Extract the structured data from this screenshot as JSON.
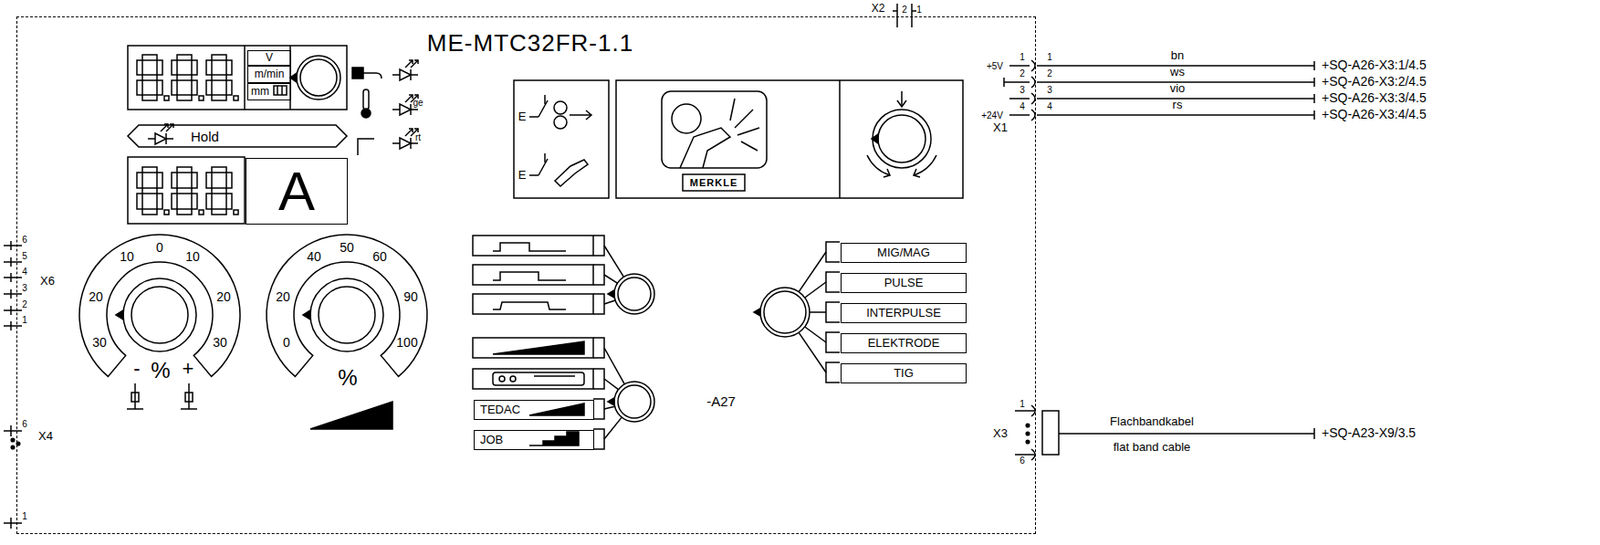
{
  "diagram": {
    "nodes": [
      {
        "text": [
          "ME-MTC32FR-1.1"
        ]
      },
      {
        "text": [
          "V"
        ],
        "in": 0
      },
      {
        "text": [
          "m/min"
        ],
        "in": 0
      },
      {
        "text": [
          "mm"
        ],
        "in": 0
      },
      {
        "text": [
          "Hold"
        ],
        "in": 0
      },
      {
        "text": [
          "A"
        ],
        "in": 0
      },
      {
        "text": [
          "TEDAC"
        ],
        "in": 0
      },
      {
        "text": [
          "JOB"
        ],
        "in": 0
      },
      {
        "text": [
          "MIG/MAG"
        ],
        "in": 0
      },
      {
        "text": [
          "PULSE"
        ],
        "in": 0
      },
      {
        "text": [
          "INTERPULSE"
        ],
        "in": 0
      },
      {
        "text": [
          "ELEKTRODE"
        ],
        "in": 0
      },
      {
        "text": [
          "TIG"
        ],
        "in": 0
      }
    ],
    "labels": [
      "0",
      "10",
      "10",
      "20",
      "20",
      "30",
      "30",
      "-",
      "%",
      "+",
      "50",
      "40",
      "60",
      "20",
      "90",
      "0",
      "100",
      "%",
      "ge",
      "rt",
      "E",
      "E",
      "MERKLE",
      "-A27",
      "X2",
      "2",
      "1",
      "+5V",
      "1",
      "1",
      "bn",
      "+SQ-A26-X3:1/4.5",
      "2",
      "2",
      "ws",
      "+SQ-A26-X3:2/4.5",
      "3",
      "3",
      "vio",
      "+SQ-A26-X3:3/4.5",
      "+24V",
      "4",
      "4",
      "rs",
      "+SQ-A26-X3:4/4.5",
      "X1",
      "6",
      "5",
      "4",
      "3",
      "2",
      "1",
      "X6",
      "6",
      "1",
      "X4",
      "1",
      "6",
      "X3",
      "Flachbandkabel",
      "flat band cable",
      "+SQ-A23-X9/3.5"
    ]
  }
}
